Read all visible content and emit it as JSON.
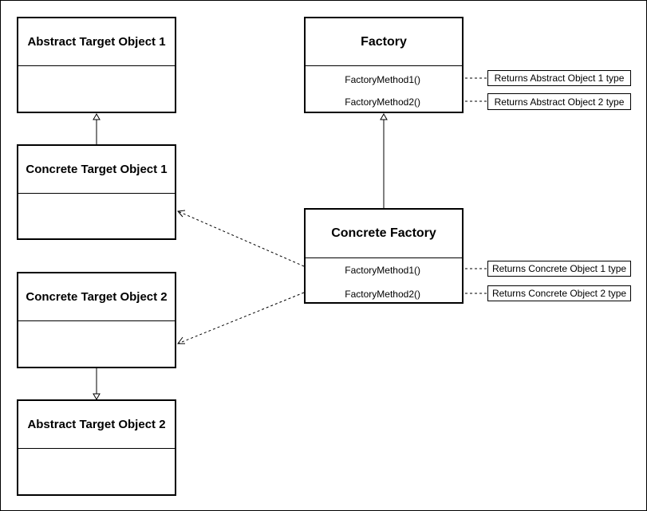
{
  "classes": {
    "abstract_target_1": {
      "name": "Abstract Target Object 1"
    },
    "concrete_target_1": {
      "name": "Concrete Target Object 1"
    },
    "concrete_target_2": {
      "name": "Concrete Target Object 2"
    },
    "abstract_target_2": {
      "name": "Abstract Target Object 2"
    },
    "factory": {
      "name": "Factory",
      "methods": [
        "FactoryMethod1()",
        "FactoryMethod2()"
      ]
    },
    "concrete_factory": {
      "name": "Concrete Factory",
      "methods": [
        "FactoryMethod1()",
        "FactoryMethod2()"
      ]
    }
  },
  "notes": {
    "factory": [
      "Returns Abstract Object 1 type",
      "Returns Abstract Object 2 type"
    ],
    "concrete_factory": [
      "Returns Concrete Object 1 type",
      "Returns Concrete Object 2 type"
    ]
  },
  "relations": [
    {
      "from": "concrete_target_1",
      "to": "abstract_target_1",
      "kind": "inheritance"
    },
    {
      "from": "concrete_target_2",
      "to": "abstract_target_2",
      "kind": "inheritance"
    },
    {
      "from": "concrete_factory",
      "to": "factory",
      "kind": "inheritance"
    },
    {
      "from": "concrete_factory",
      "to": "concrete_target_1",
      "kind": "dependency"
    },
    {
      "from": "concrete_factory",
      "to": "concrete_target_2",
      "kind": "dependency"
    }
  ],
  "colors": {
    "line": "#000000",
    "background": "#ffffff"
  }
}
